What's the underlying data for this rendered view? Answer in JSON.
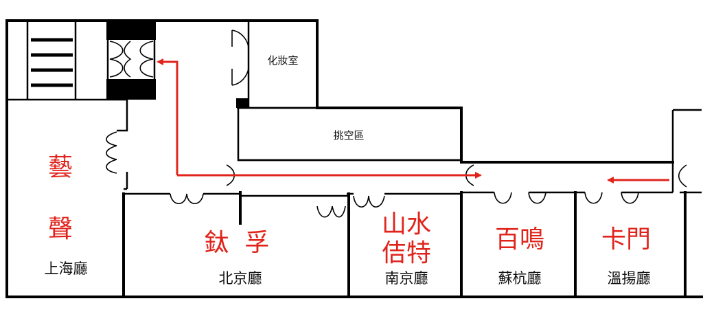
{
  "colors": {
    "accent": "#e0241c",
    "wall": "#000000"
  },
  "rooms": {
    "shanghai": {
      "brand_line1": "藝",
      "brand_line2": "聲",
      "name": "上海廳"
    },
    "beijing": {
      "brand": "鈦  孚",
      "name": "北京廳"
    },
    "nanjing": {
      "brand_line1": "山水",
      "brand_line2": "佶特",
      "name": "南京廳"
    },
    "suhang": {
      "brand": "百鳴",
      "name": "蘇杭廳"
    },
    "wenyang": {
      "brand": "卡門",
      "name": "溫揚廳"
    },
    "makeup": {
      "name": "化妝室"
    },
    "atrium": {
      "name": "挑空區"
    }
  }
}
